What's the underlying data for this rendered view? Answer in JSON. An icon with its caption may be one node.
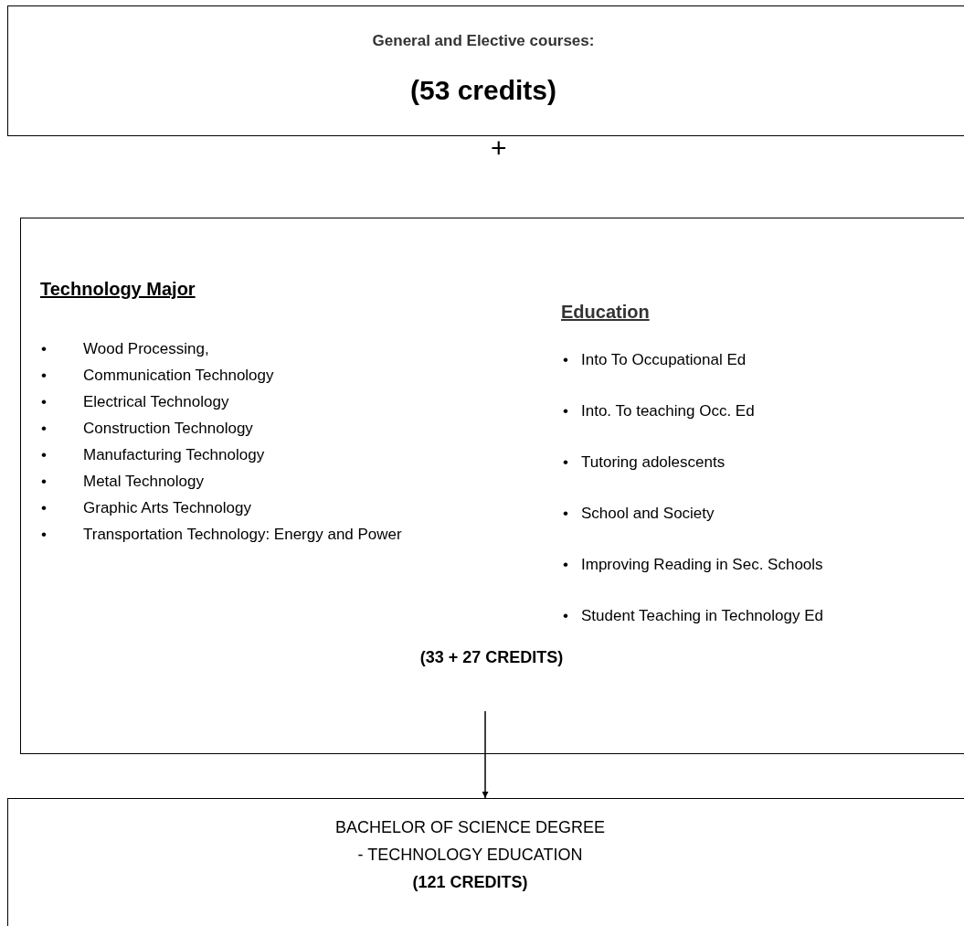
{
  "diagram": {
    "nodes": [
      {
        "text": [
          "General and Elective courses:",
          "(53 credits)"
        ]
      },
      {
        "text": [
          "Technology Major",
          "Wood Processing,",
          "Communication Technology",
          "Electrical Technology",
          "Construction Technology",
          "Manufacturing Technology",
          "Metal Technology",
          "Graphic Arts Technology",
          "Transportation Technology: Energy and Power",
          "Education",
          "Into To Occupational Ed",
          "Into. To teaching Occ. Ed",
          "Tutoring adolescents",
          "School and Society",
          "Improving Reading in Sec. Schools",
          "Student Teaching in Technology Ed",
          "(33 + 27 CREDITS)"
        ]
      },
      {
        "text": [
          "BACHELOR OF SCIENCE DEGREE - TECHNOLOGY EDUCATION",
          "(121 CREDITS)"
        ]
      }
    ],
    "edges": [
      {
        "from": 1,
        "to": 2,
        "arrow": "to"
      }
    ],
    "labels": [
      "+",
      "•",
      "•",
      "•",
      "•",
      "•",
      "•",
      "•",
      "•",
      "•",
      "•",
      "•",
      "•",
      "•",
      "•"
    ]
  }
}
